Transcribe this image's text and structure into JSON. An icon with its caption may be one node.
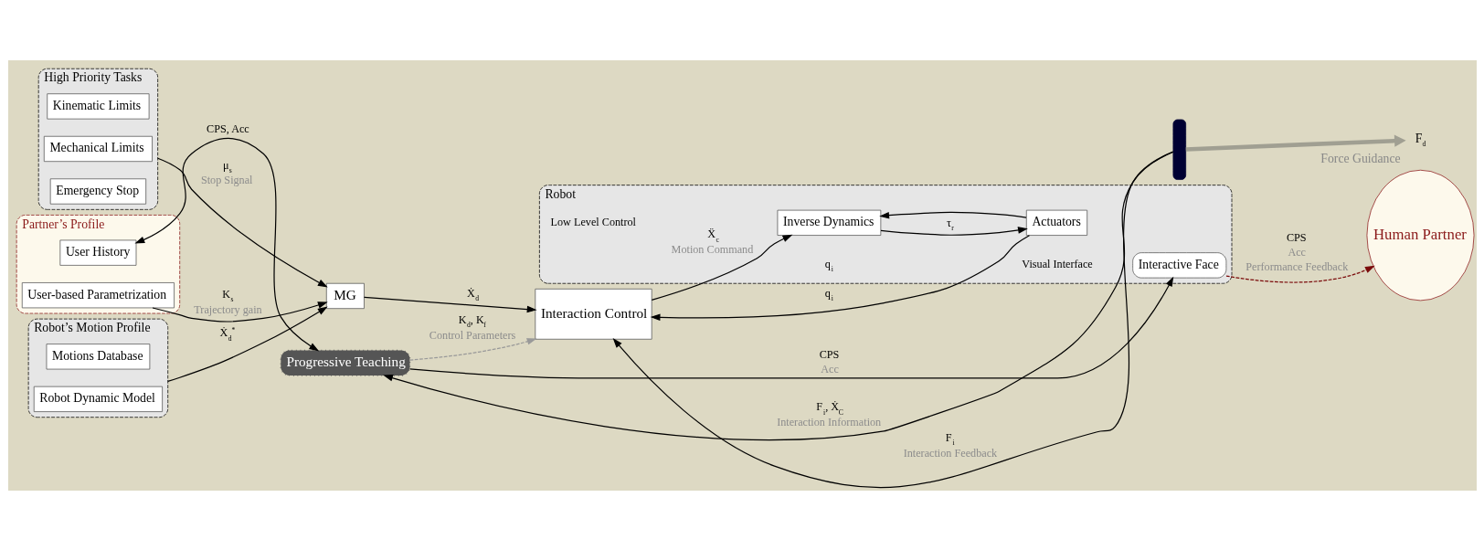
{
  "diagram": {
    "nodes": [
      {
        "text": [
          "Partner’s Profile"
        ]
      },
      {
        "text": [
          "User History"
        ],
        "in": 0
      },
      {
        "text": [
          "User-based Parametrization"
        ],
        "in": 0
      },
      {
        "text": [
          "Robot’s Motion Profile"
        ]
      },
      {
        "text": [
          "Motions Database"
        ],
        "in": 3
      },
      {
        "text": [
          "Robot Dynamic Model"
        ],
        "in": 3
      },
      {
        "text": [
          "High Priority Tasks"
        ]
      },
      {
        "text": [
          "Kinematic Limits"
        ],
        "in": 6
      },
      {
        "text": [
          "Mechanical Limits"
        ],
        "in": 6
      },
      {
        "text": [
          "Emergency Stop"
        ],
        "in": 6
      },
      {
        "text": [
          "Progressive Teaching"
        ]
      },
      {
        "text": [
          "MG"
        ]
      },
      {
        "text": [
          "Interaction Control"
        ]
      },
      {
        "text": [
          "Robot"
        ]
      },
      {
        "text": [
          "Interactive Face"
        ],
        "in": 13
      },
      {
        "text": [
          "Inverse Dynamics"
        ],
        "in": 13
      },
      {
        "text": [
          "Actuators"
        ],
        "in": 13
      },
      {
        "text": [
          "Human Partner"
        ]
      },
      {
        "text": [],
        "shape": "bar"
      },
      {
        "text": [
          "F$_{d}$"
        ],
        "beside": [
          "Force Guidance"
        ]
      }
    ],
    "edges": [
      {
        "from": 10,
        "to": 1,
        "arrow": "both",
        "label": "CPS, Acc"
      },
      {
        "from": 2,
        "to": 11,
        "arrow": "to",
        "label": "K$_{s}$"
      },
      {
        "from": 3,
        "to": 11,
        "arrow": "to",
        "label": "Ẋ$_{d}$$^{*}$"
      },
      {
        "from": 6,
        "to": 11,
        "arrow": "to",
        "label": "μ$_{s}$"
      },
      {
        "from": 11,
        "to": 12,
        "arrow": "to",
        "label": "Ẋ$_{d}$"
      },
      {
        "from": 10,
        "to": 12,
        "arrow": "to",
        "label": "K$_{d}$, K$_{f}$",
        "style": "dashed",
        "color": "#999999"
      },
      {
        "from": 10,
        "to": 14,
        "arrow": "to",
        "label": "CPS"
      },
      {
        "from": 14,
        "to": 17,
        "arrow": "to",
        "label": "CPS",
        "style": "dashed",
        "color": "#7a0a0a"
      },
      {
        "from": 12,
        "to": 15,
        "arrow": "to",
        "label": "Ẍ$_{c}$"
      },
      {
        "from": 15,
        "to": 16,
        "arrow": "to",
        "label": "τ$_{r}$"
      },
      {
        "from": 16,
        "to": 15,
        "arrow": "to"
      },
      {
        "from": 16,
        "to": 12,
        "arrow": "to",
        "label": "q$_{i}$"
      },
      {
        "from": 18,
        "to": 10,
        "arrow": "to",
        "label": "F$_{i}$, Ẋ$_{C}$"
      },
      {
        "from": 18,
        "to": 12,
        "arrow": "to",
        "label": "F$_{i}$"
      },
      {
        "from": 18,
        "to": 19,
        "arrow": "to",
        "style": "thick",
        "color": "#a09f92"
      }
    ],
    "labels": [
      "Visual Interface",
      "Low Level Control",
      "Trajectory gain",
      "Interaction Information",
      "Acc",
      "Control Parameters",
      "Acc",
      "Performance Feedback",
      "Motion Command",
      "Stop Signal",
      "Interaction Feedback",
      "q$_{i}$"
    ]
  }
}
